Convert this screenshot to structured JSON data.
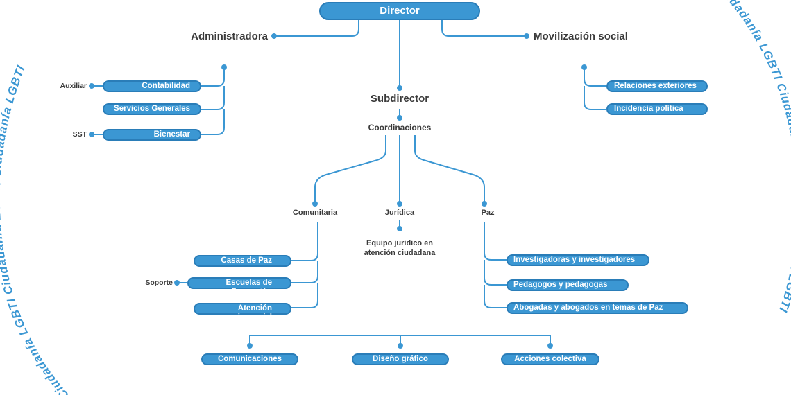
{
  "diagram": {
    "watermark": "Ciudadanía LGBTI",
    "colors": {
      "accent": "#3b97d3",
      "accent_dark": "#2a7db8",
      "text": "#3a3a3a"
    },
    "director": "Director",
    "administradora": {
      "label": "Administradora",
      "items": [
        "Contabilidad",
        "Servicios Generales",
        "Bienestar"
      ],
      "side_labels": {
        "contabilidad": "Auxiliar",
        "bienestar": "SST"
      }
    },
    "movilizacion": {
      "label": "Movilización social",
      "items": [
        "Relaciones exteriores",
        "Incidencia política"
      ]
    },
    "subdirector": "Subdirector",
    "coordinaciones": "Coordinaciones",
    "comunitaria": {
      "label": "Comunitaria",
      "items": [
        "Casas de Paz",
        "Escuelas de Formación",
        "Atención psicosocial"
      ],
      "side_label": "Soporte"
    },
    "juridica": {
      "label": "Jurídica",
      "child": "Equipo jurídico en atención ciudadana"
    },
    "paz": {
      "label": "Paz",
      "items": [
        "Investigadoras y investigadores",
        "Pedagogos y pedagogas",
        "Abogadas y abogados en temas de Paz"
      ]
    },
    "bottom": [
      "Comunicaciones",
      "Diseño gráfico",
      "Acciones colectiva"
    ]
  }
}
